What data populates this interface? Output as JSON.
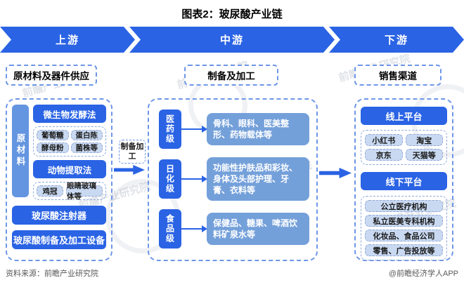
{
  "title": "图表2：玻尿酸产业链",
  "banner": {
    "segments": [
      "上游",
      "中游",
      "下游"
    ]
  },
  "upstream": {
    "header": "原材料及器件供应",
    "side_label": "原材料",
    "methods": [
      {
        "label": "微生物发酵法",
        "chips": [
          "葡萄糖",
          "蛋白陈",
          "酵母粉",
          "菌株等"
        ]
      },
      {
        "label": "动物提取法",
        "chips": [
          "鸡冠",
          "眼睛玻璃体等"
        ]
      }
    ],
    "equipment": [
      "玻尿酸注射器",
      "玻尿酸制备及加工设备"
    ]
  },
  "process_arrow": {
    "label": "制备加工"
  },
  "midstream": {
    "header": "制备及加工",
    "grades": [
      {
        "label": "医药级",
        "applications": "骨科、眼科、医美整形、药物载体等"
      },
      {
        "label": "日化级",
        "applications": "功能性护肤品和彩妆、身体及头部护理、牙膏、衣料等"
      },
      {
        "label": "食品级",
        "applications": "保健品、糖果、啤酒饮料矿泉水等"
      }
    ]
  },
  "downstream": {
    "header": "销售渠道",
    "online": {
      "label": "线上平台",
      "chips": [
        "小红书",
        "淘宝",
        "京东",
        "天猫等"
      ]
    },
    "offline": {
      "label": "线下平台",
      "chips": [
        "公立医疗机构",
        "私立医美专科机构",
        "化妆品、食品公司",
        "零售、广告投放等"
      ]
    }
  },
  "footer": {
    "source": "资料来源：前瞻产业研究院",
    "credit": "@前瞻经济学人APP"
  },
  "watermark": {
    "text": "前瞻产业研究院"
  },
  "colors": {
    "primary_blue": "#2A63E4",
    "medium_blue": "#74A0DA",
    "side_blue": "#6495E0",
    "chip_bg": "#C9D9F1",
    "dashed_border": "#6E96E8",
    "footer_gray": "#595959"
  }
}
